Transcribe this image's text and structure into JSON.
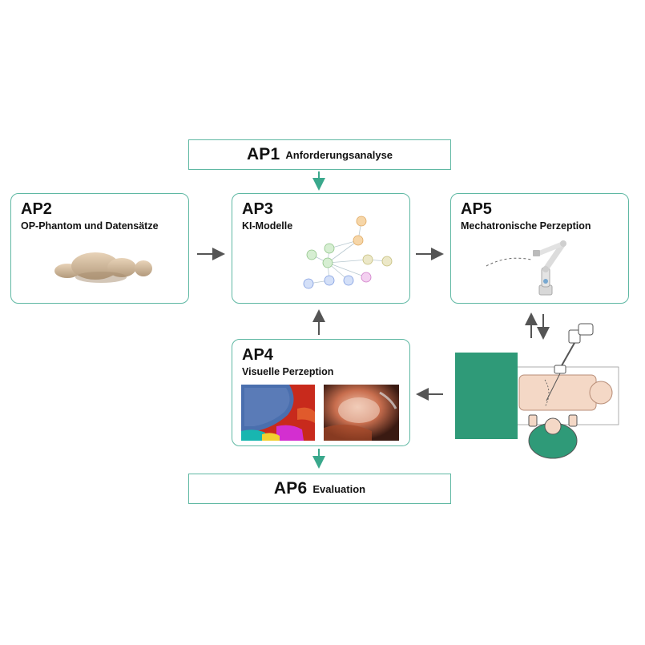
{
  "ap1": {
    "code": "AP1",
    "title": "Anforderungsanalyse"
  },
  "ap2": {
    "code": "AP2",
    "title": "OP-Phantom und Datensätze"
  },
  "ap3": {
    "code": "AP3",
    "title": "KI-Modelle"
  },
  "ap4": {
    "code": "AP4",
    "title": "Visuelle Perzeption"
  },
  "ap5": {
    "code": "AP5",
    "title": "Mechatronische Perzeption"
  },
  "ap6": {
    "code": "AP6",
    "title": "Evaluation"
  },
  "colors": {
    "border": "#5fb8a3",
    "accent_arrow": "#3aa88c",
    "arrow": "#555555",
    "surgeon_green": "#2f9a78"
  },
  "icons": {
    "ap2_image": "phantom-body-icon",
    "ap3_image": "network-graph-icon",
    "ap4_image_left": "segmentation-mask-icon",
    "ap4_image_right": "endoscopy-image-icon",
    "ap5_image": "robot-arm-icon",
    "scene": "surgery-scene-icon"
  }
}
